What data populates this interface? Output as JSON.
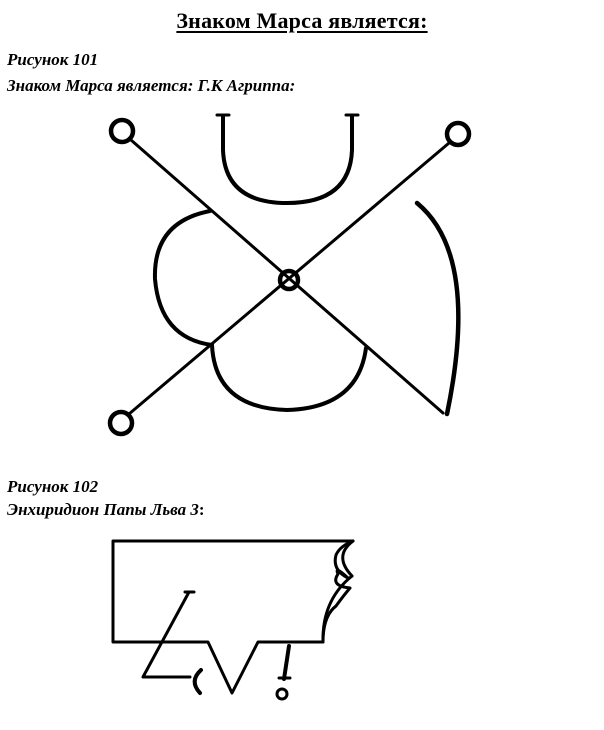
{
  "page": {
    "title": "Знаком Марса является:"
  },
  "figure_101": {
    "number": "Рисунок 101",
    "caption": "Знаком Марса является: Г.К Агриппа:"
  },
  "figure_102": {
    "number": "Рисунок 102",
    "caption_main": "Энхиридион Папы Льва 3",
    "caption_colon": ":"
  },
  "colors": {
    "ink": "#000000",
    "paper": "#ffffff"
  }
}
